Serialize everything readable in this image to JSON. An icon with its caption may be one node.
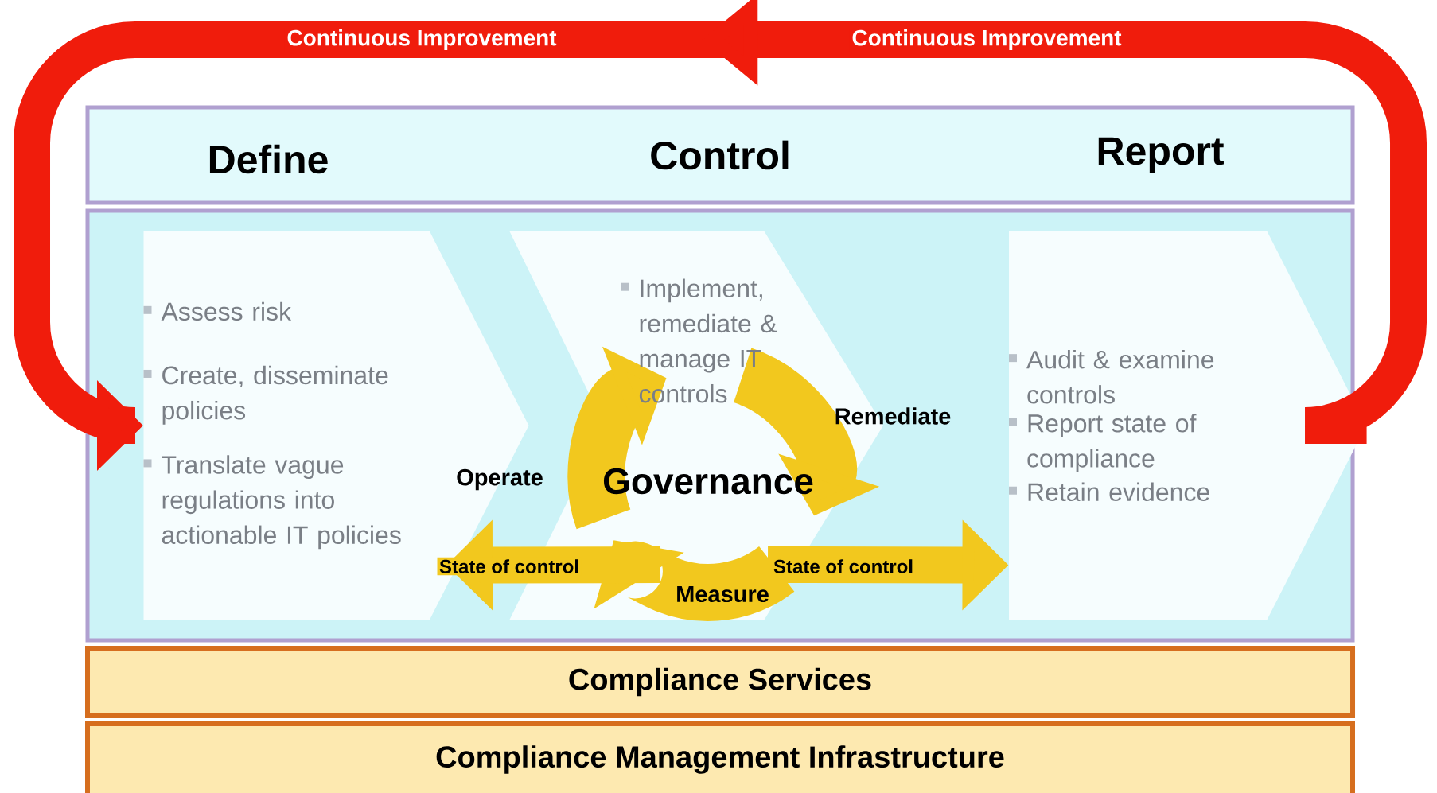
{
  "diagram": {
    "nodes": [
      {
        "text": [
          "Assess risk",
          "Create, disseminate policies",
          "Translate vague regulations into actionable IT policies"
        ]
      },
      {
        "text": [
          "Implement, remediate & manage IT controls"
        ]
      },
      {
        "text": [
          "Audit & examine controls",
          "Report state of compliance",
          "Retain evidence"
        ]
      },
      {
        "text": [
          "Governance"
        ]
      },
      {
        "text": [
          "Compliance Services"
        ]
      },
      {
        "text": [
          "Compliance Management Infrastructure"
        ]
      }
    ],
    "edges": [
      {
        "from": 2,
        "to": 0,
        "arrow": "to",
        "label": "Continuous Improvement",
        "color": "#f01c0c"
      },
      {
        "from": 3,
        "to": 0,
        "arrow": "to",
        "label": "State of control",
        "color": "#f2c81e"
      },
      {
        "from": 3,
        "to": 2,
        "arrow": "to",
        "label": "State of control",
        "color": "#f2c81e"
      }
    ],
    "labels": [
      "Continuous Improvement",
      "Define",
      "Control",
      "Report",
      "Operate",
      "Remediate",
      "Measure"
    ]
  }
}
